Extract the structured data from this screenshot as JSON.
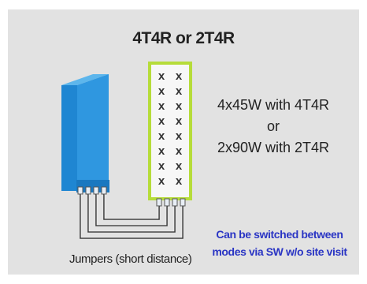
{
  "title": "4T4R or 2T4R",
  "config": {
    "line1": "4x45W with 4T4R",
    "line2": "or",
    "line3": "2x90W with 2T4R"
  },
  "note": {
    "line1": "Can be switched between",
    "line2": "modes via SW w/o site visit"
  },
  "jumpers_label": "Jumpers (short distance)",
  "antenna": {
    "columns": 2,
    "elements_per_column": 8,
    "element_glyph": "x"
  },
  "colors": {
    "background": "#e2e2e2",
    "radio_unit": "#2a8fd6",
    "antenna_frame": "#b6dc3a",
    "note_text": "#2a35c4"
  }
}
